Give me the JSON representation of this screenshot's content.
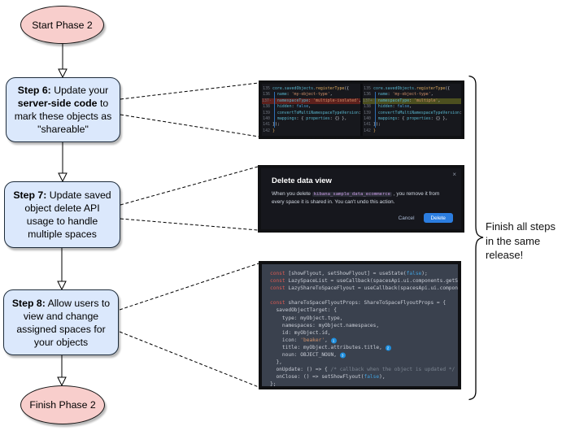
{
  "flow": {
    "start_label": "Start Phase 2",
    "finish_label": "Finish Phase 2",
    "step6_segments": [
      {
        "t": "Step 6:",
        "c": "b"
      },
      {
        "t": " Update your "
      },
      {
        "t": "server-side code",
        "c": "b"
      },
      {
        "t": " to mark these objects as \"shareable\""
      }
    ],
    "step7_segments": [
      {
        "t": "Step 7:",
        "c": "b"
      },
      {
        "t": " Update saved object delete API usage to handle multiple spaces"
      }
    ],
    "step8_segments": [
      {
        "t": "Step 8:",
        "c": "b"
      },
      {
        "t": " Allow users to view and change assigned spaces for your objects"
      }
    ]
  },
  "note": {
    "label": "Finish all steps in the same release!"
  },
  "colors": {
    "start_node_fill": "#f8cecc",
    "step_node_fill": "#dbe8fc",
    "delete_button": "#2b7de0",
    "removed_row_bg": "#5e211d",
    "added_row_bg": "#4c4f1f",
    "badge_bg": "#1e8fe0"
  },
  "diff_panel": {
    "left_lines": [
      {
        "n": "135",
        "s": [
          {
            "t": "core.savedObjects.",
            "c": "prop"
          },
          {
            "t": "registerType",
            "c": "fn"
          },
          {
            "t": "({",
            "c": "pln"
          }
        ]
      },
      {
        "n": "136",
        "s": [
          {
            "t": "  name",
            "c": "prop"
          },
          {
            "t": ": ",
            "c": "pln"
          },
          {
            "t": "'my-object-type'",
            "c": "str"
          },
          {
            "t": ",",
            "c": "pln"
          }
        ]
      },
      {
        "n": "137-",
        "hl": "removed",
        "s": [
          {
            "t": "  namespaceType",
            "c": "prop"
          },
          {
            "t": ": ",
            "c": "pln"
          },
          {
            "t": "'multiple-isolated'",
            "c": "str"
          },
          {
            "t": ",",
            "c": "pln"
          }
        ]
      },
      {
        "n": "138",
        "s": [
          {
            "t": "  hidden",
            "c": "prop"
          },
          {
            "t": ": ",
            "c": "pln"
          },
          {
            "t": "false",
            "c": "kw"
          },
          {
            "t": ",",
            "c": "pln"
          }
        ]
      },
      {
        "n": "139",
        "s": [
          {
            "t": "  convertToMultiNamespaceTypeVersion",
            "c": "prop"
          },
          {
            "t": ": ",
            "c": "pln"
          },
          {
            "t": "'",
            "c": "str"
          }
        ]
      },
      {
        "n": "140",
        "s": [
          {
            "t": "  mappings",
            "c": "prop"
          },
          {
            "t": ": { ",
            "c": "pln"
          },
          {
            "t": "properties",
            "c": "prop"
          },
          {
            "t": ": {} },",
            "c": "pln"
          }
        ]
      },
      {
        "n": "141",
        "s": [
          {
            "t": "});",
            "c": "pln"
          }
        ]
      },
      {
        "n": "142",
        "s": [
          {
            "t": "}",
            "c": "fn"
          }
        ]
      }
    ],
    "right_lines": [
      {
        "n": "135",
        "s": [
          {
            "t": "core.savedObjects.",
            "c": "prop"
          },
          {
            "t": "registerType",
            "c": "fn"
          },
          {
            "t": "({",
            "c": "pln"
          }
        ]
      },
      {
        "n": "136",
        "s": [
          {
            "t": "  name",
            "c": "prop"
          },
          {
            "t": ": ",
            "c": "pln"
          },
          {
            "t": "'my-object-type'",
            "c": "str"
          },
          {
            "t": ",",
            "c": "pln"
          }
        ]
      },
      {
        "n": "137+",
        "hl": "added",
        "s": [
          {
            "t": "  namespaceType",
            "c": "prop"
          },
          {
            "t": ": ",
            "c": "pln"
          },
          {
            "t": "'multiple'",
            "c": "str"
          },
          {
            "t": ",",
            "c": "pln"
          }
        ]
      },
      {
        "n": "138",
        "s": [
          {
            "t": "  hidden",
            "c": "prop"
          },
          {
            "t": ": ",
            "c": "pln"
          },
          {
            "t": "false",
            "c": "kw"
          },
          {
            "t": ",",
            "c": "pln"
          }
        ]
      },
      {
        "n": "139",
        "s": [
          {
            "t": "  convertToMultiNamespaceTypeVersion",
            "c": "prop"
          },
          {
            "t": ": ",
            "c": "pln"
          },
          {
            "t": "'",
            "c": "str"
          }
        ]
      },
      {
        "n": "140",
        "s": [
          {
            "t": "  mappings",
            "c": "prop"
          },
          {
            "t": ": { ",
            "c": "pln"
          },
          {
            "t": "properties",
            "c": "prop"
          },
          {
            "t": ": {} },",
            "c": "pln"
          }
        ]
      },
      {
        "n": "141",
        "s": [
          {
            "t": "});",
            "c": "pln"
          }
        ]
      },
      {
        "n": "142",
        "s": [
          {
            "t": "}",
            "c": "fn"
          }
        ]
      }
    ]
  },
  "dialog": {
    "title": "Delete data view",
    "close_icon": "×",
    "body_segments": [
      {
        "t": "When you delete "
      },
      {
        "t": "kibana_sample_data_ecommerce",
        "c": "chip"
      },
      {
        "t": " , you remove it from every space it is shared in. You can't undo this action."
      }
    ],
    "cancel_label": "Cancel",
    "delete_label": "Delete"
  },
  "code_panel": {
    "lines": [
      {
        "s": [
          {
            "t": "const",
            "c": "red"
          },
          {
            "t": " [showFlyout, setShowFlyout] = useState(",
            "c": "pln"
          },
          {
            "t": "false",
            "c": "blue"
          },
          {
            "t": ");",
            "c": "pln"
          }
        ]
      },
      {
        "s": [
          {
            "t": "const",
            "c": "red"
          },
          {
            "t": " LazySpaceList = useCallback(spacesApi.ui.components.getSpaceLis",
            "c": "pln"
          }
        ]
      },
      {
        "s": [
          {
            "t": "const",
            "c": "red"
          },
          {
            "t": " LazyShareToSpaceFlyout = useCallback(spacesApi.ui.components.ge",
            "c": "pln"
          }
        ]
      },
      {
        "s": []
      },
      {
        "s": [
          {
            "t": "const",
            "c": "red"
          },
          {
            "t": " shareToSpaceFlyoutProps: ShareToSpaceFlyoutProps = {",
            "c": "pln"
          }
        ]
      },
      {
        "s": [
          {
            "t": "  savedObjectTarget: {",
            "c": "pln"
          }
        ]
      },
      {
        "s": [
          {
            "t": "    type: myObject.type,",
            "c": "pln"
          }
        ]
      },
      {
        "s": [
          {
            "t": "    namespaces: myObject.namespaces,",
            "c": "pln"
          }
        ]
      },
      {
        "s": [
          {
            "t": "    id: myObject.id,",
            "c": "pln"
          }
        ]
      },
      {
        "s": [
          {
            "t": "    icon: ",
            "c": "pln"
          },
          {
            "t": "'beaker'",
            "c": "str"
          },
          {
            "t": ", ",
            "c": "pln"
          },
          {
            "t": "1",
            "c": "badge"
          }
        ]
      },
      {
        "s": [
          {
            "t": "    title: myObject.attributes.title, ",
            "c": "pln"
          },
          {
            "t": "2",
            "c": "badge"
          }
        ]
      },
      {
        "s": [
          {
            "t": "    noun: OBJECT_NOUN, ",
            "c": "pln"
          },
          {
            "t": "3",
            "c": "badge"
          }
        ]
      },
      {
        "s": [
          {
            "t": "  },",
            "c": "pln"
          }
        ]
      },
      {
        "s": [
          {
            "t": "  onUpdate: () => { ",
            "c": "pln"
          },
          {
            "t": "/* callback when the object is updated */",
            "c": "cmt"
          },
          {
            "t": " },",
            "c": "pln"
          }
        ]
      },
      {
        "s": [
          {
            "t": "  onClose: () => setShowFlyout(",
            "c": "pln"
          },
          {
            "t": "false",
            "c": "blue"
          },
          {
            "t": "),",
            "c": "pln"
          }
        ]
      },
      {
        "s": [
          {
            "t": "};",
            "c": "pln"
          }
        ]
      }
    ]
  }
}
